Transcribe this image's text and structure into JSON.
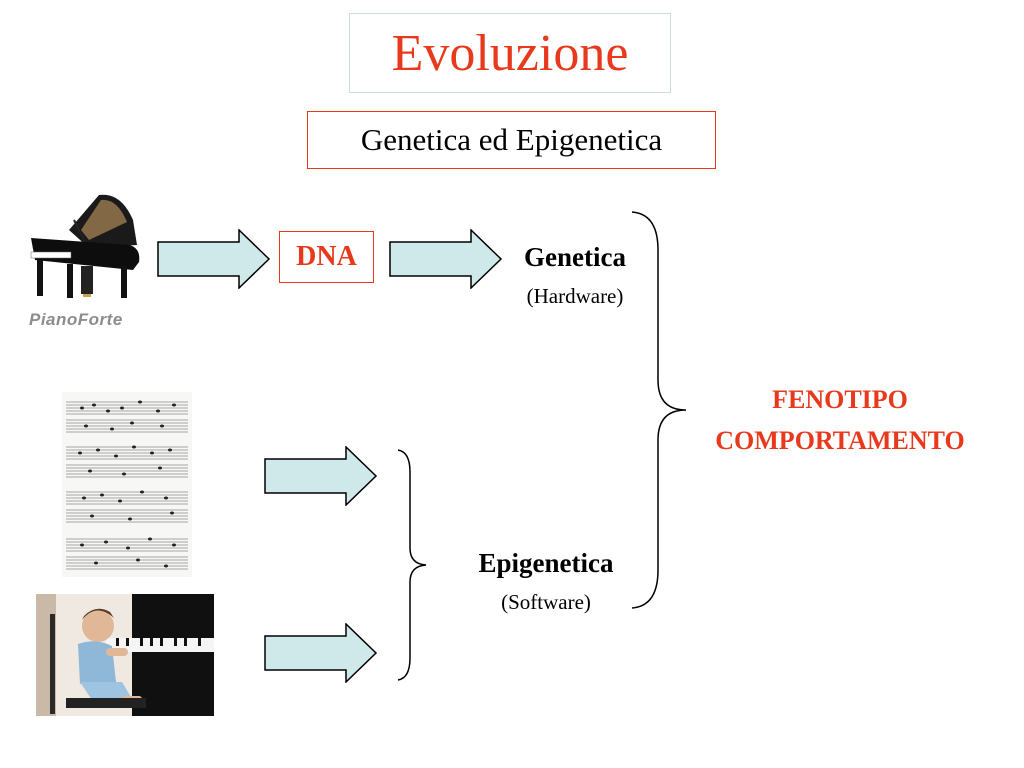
{
  "title": "Evoluzione",
  "subtitle": "Genetica ed Epigenetica",
  "dna_label": "DNA",
  "genetica": {
    "label": "Genetica",
    "sub": "(Hardware)"
  },
  "epigenetica": {
    "label": "Epigenetica",
    "sub": "(Software)"
  },
  "fenotipo": {
    "line1": "FENOTIPO",
    "line2": "COMPORTAMENTO"
  },
  "images": {
    "piano_logo_text": "PianoForte"
  },
  "colors": {
    "accent_red": "#e8391d",
    "arrow_fill": "#cfe8ea",
    "title_border": "#c9dde6"
  },
  "icons": [
    "grand-piano-image",
    "sheet-music-image",
    "child-at-piano-photo",
    "right-arrow-icon",
    "curly-brace"
  ]
}
